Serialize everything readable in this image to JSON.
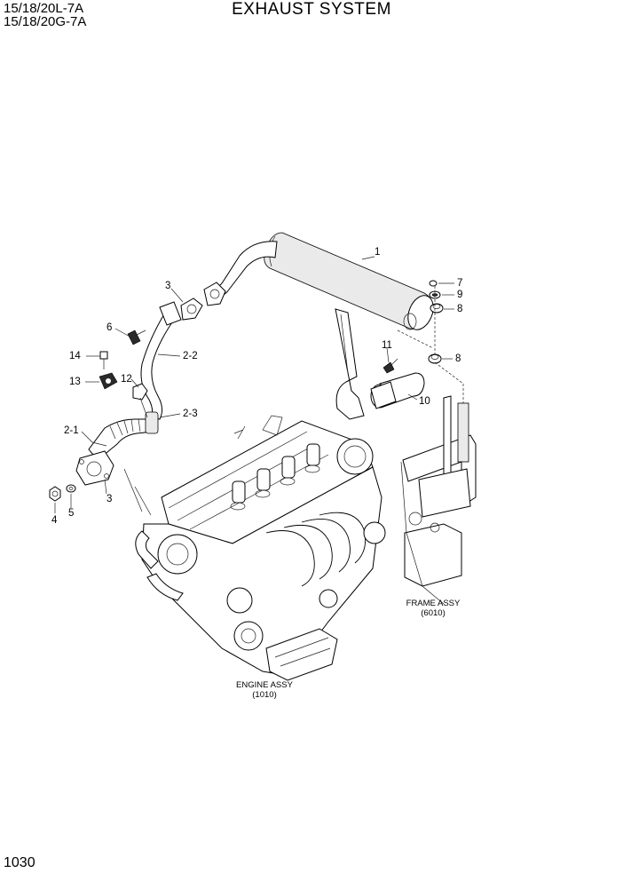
{
  "header": {
    "model_line_1": "15/18/20L-7A",
    "model_line_2": "15/18/20G-7A",
    "title": "EXHAUST SYSTEM"
  },
  "page_number": "1030",
  "callouts": {
    "c1": "1",
    "c2_1": "2-1",
    "c2_2": "2-2",
    "c2_3": "2-3",
    "c3_top": "3",
    "c3_bottom": "3",
    "c4": "4",
    "c5": "5",
    "c6": "6",
    "c7": "7",
    "c8_top": "8",
    "c8_bottom": "8",
    "c9": "9",
    "c10": "10",
    "c11": "11",
    "c12": "12",
    "c13": "13",
    "c14": "14"
  },
  "assemblies": {
    "frame": {
      "name": "FRAME ASSY",
      "code": "(6010)"
    },
    "engine": {
      "name": "ENGINE ASSY",
      "code": "(1010)"
    }
  }
}
